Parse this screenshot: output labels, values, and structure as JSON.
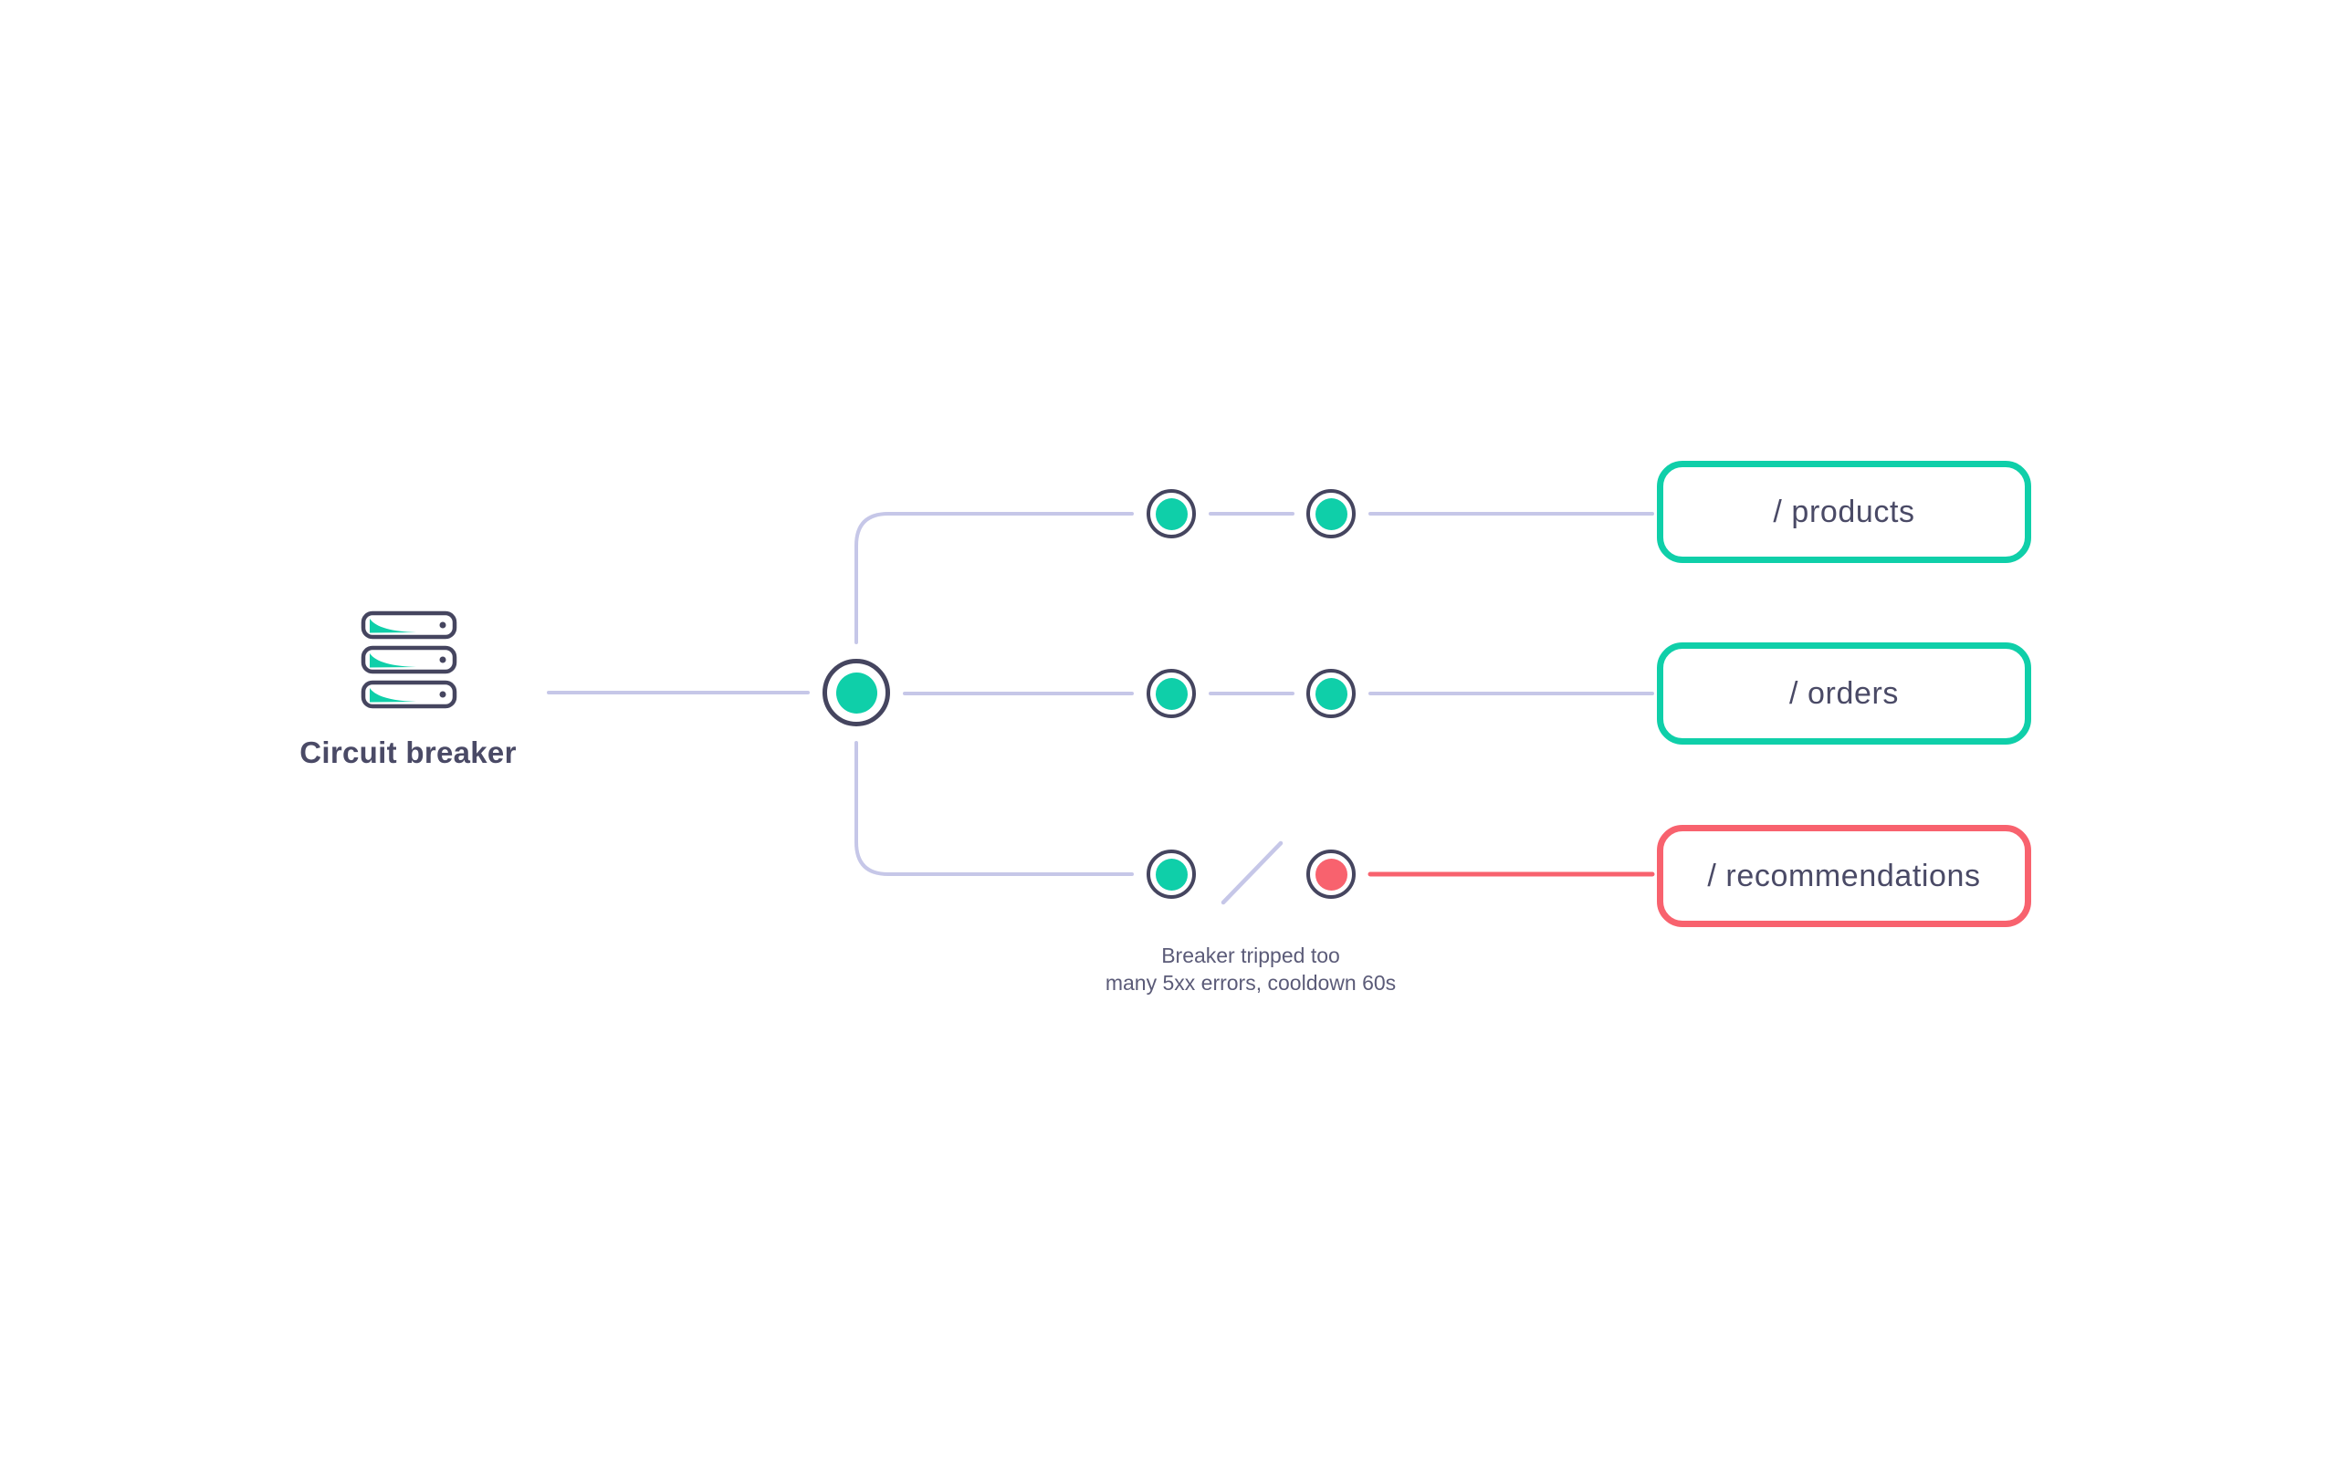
{
  "source": {
    "label": "Circuit breaker",
    "icon": "server-stack-icon"
  },
  "routes": [
    {
      "label": "/ products",
      "border_color_key": "teal"
    },
    {
      "label": "/ orders",
      "border_color_key": "teal"
    },
    {
      "label": "/ recommendations",
      "border_color_key": "red"
    }
  ],
  "caption": {
    "line1": "Breaker tripped too",
    "line2": "many 5xx errors, cooldown 60s"
  },
  "colors": {
    "teal": "#0fcfa9",
    "red": "#f8626e",
    "line": "#c6c7e8",
    "outline": "#45455f",
    "text_dark": "#4a4a66",
    "text_muted": "#5b5b78",
    "background": "#ffffff"
  }
}
